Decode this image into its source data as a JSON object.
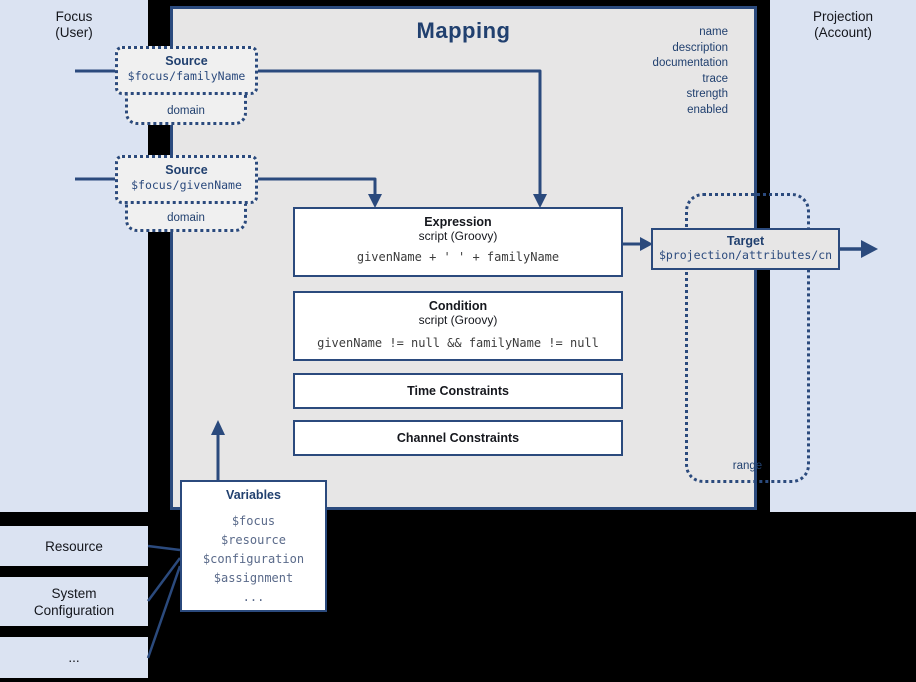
{
  "colors": {
    "navy": "#2b4a7d",
    "panel_blue": "#dbe3f2",
    "mapping_gray": "#e7e6e6",
    "code_gray": "#3c3c3c"
  },
  "focus_panel": {
    "label": "Focus\n(User)"
  },
  "projection_panel": {
    "label": "Projection\n(Account)"
  },
  "mapping": {
    "title": "Mapping",
    "properties": [
      "name",
      "description",
      "documentation",
      "trace",
      "strength",
      "enabled"
    ]
  },
  "source_family_name": {
    "title": "Source",
    "path": "$focus/familyName",
    "domain_label": "domain"
  },
  "source_given_name": {
    "title": "Source",
    "path": "$focus/givenName",
    "domain_label": "domain"
  },
  "expression": {
    "title": "Expression",
    "subtitle": "script (Groovy)",
    "code": "givenName + ' ' + familyName"
  },
  "condition": {
    "title": "Condition",
    "subtitle": "script (Groovy)",
    "code": "givenName != null && familyName != null"
  },
  "time_constraints": {
    "title": "Time Constraints"
  },
  "channel_constraints": {
    "title": "Channel Constraints"
  },
  "target": {
    "title": "Target",
    "path": "$projection/attributes/cn",
    "range_label": "range"
  },
  "variables": {
    "title": "Variables",
    "items": [
      "$focus",
      "$resource",
      "$configuration",
      "$assignment",
      "..."
    ]
  },
  "inputs": [
    {
      "label": "Resource"
    },
    {
      "label": "System\nConfiguration"
    },
    {
      "label": "..."
    }
  ]
}
